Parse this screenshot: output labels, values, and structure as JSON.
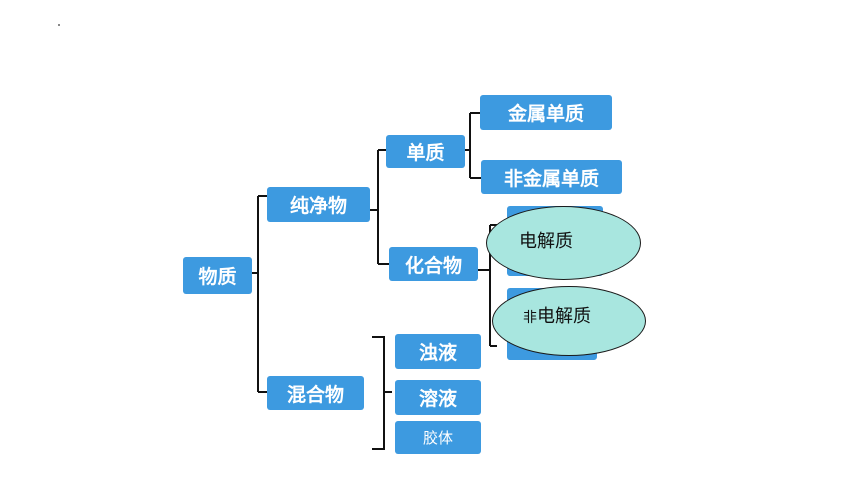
{
  "nodes": {
    "root": "物质",
    "pure": "纯净物",
    "mixture": "混合物",
    "element": "单质",
    "compound": "化合物",
    "metal": "金属单质",
    "nonmetal": "非金属单质",
    "turbid": "浊液",
    "solution": "溶液",
    "colloid": "胶体",
    "electrolyte": "电解质",
    "nonelectrolyte_prefix": "非",
    "nonelectrolyte_rest": "电解质"
  },
  "colors": {
    "box": "#3d9ae0",
    "ellipse": "#a8e6df",
    "line": "#111111"
  }
}
